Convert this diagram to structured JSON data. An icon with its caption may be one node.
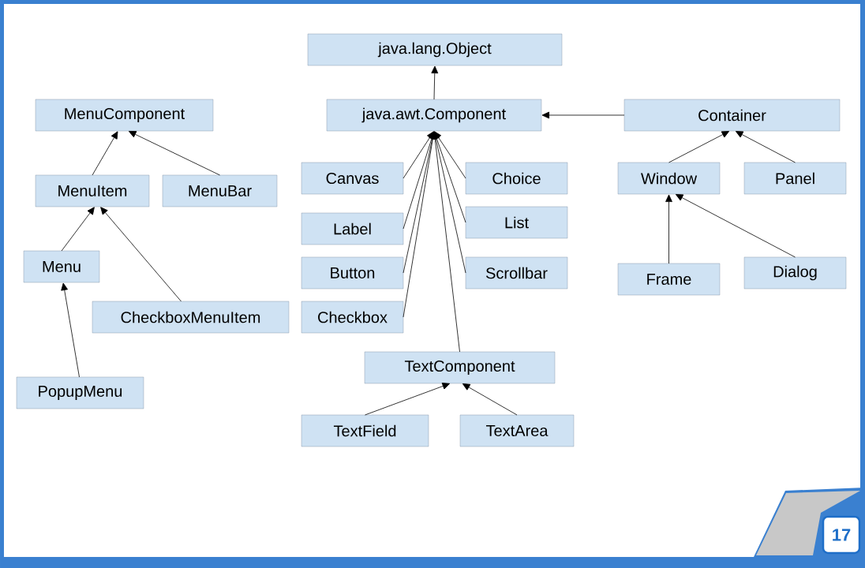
{
  "diagram": {
    "nodes": [
      {
        "text": [
          "java.lang.Object"
        ]
      },
      {
        "text": [
          "MenuComponent"
        ]
      },
      {
        "text": [
          "java.awt.Component"
        ]
      },
      {
        "text": [
          "Container"
        ]
      },
      {
        "text": [
          "MenuItem"
        ]
      },
      {
        "text": [
          "MenuBar"
        ]
      },
      {
        "text": [
          "Canvas"
        ]
      },
      {
        "text": [
          "Choice"
        ]
      },
      {
        "text": [
          "Window"
        ]
      },
      {
        "text": [
          "Panel"
        ]
      },
      {
        "text": [
          "Label"
        ]
      },
      {
        "text": [
          "List"
        ]
      },
      {
        "text": [
          "Menu"
        ]
      },
      {
        "text": [
          "Button"
        ]
      },
      {
        "text": [
          "Scrollbar"
        ]
      },
      {
        "text": [
          "Frame"
        ]
      },
      {
        "text": [
          "Dialog"
        ]
      },
      {
        "text": [
          "CheckboxMenuItem"
        ]
      },
      {
        "text": [
          "Checkbox"
        ]
      },
      {
        "text": [
          "TextComponent"
        ]
      },
      {
        "text": [
          "PopupMenu"
        ]
      },
      {
        "text": [
          "TextField"
        ]
      },
      {
        "text": [
          "TextArea"
        ]
      }
    ],
    "edges": [
      {
        "from": 2,
        "to": 0,
        "arrow": "to"
      },
      {
        "from": 3,
        "to": 2,
        "arrow": "to"
      },
      {
        "from": 4,
        "to": 1,
        "arrow": "to"
      },
      {
        "from": 5,
        "to": 1,
        "arrow": "to"
      },
      {
        "from": 12,
        "to": 4,
        "arrow": "to"
      },
      {
        "from": 17,
        "to": 4,
        "arrow": "to"
      },
      {
        "from": 20,
        "to": 12,
        "arrow": "to"
      },
      {
        "from": 6,
        "to": 2,
        "arrow": "to"
      },
      {
        "from": 10,
        "to": 2,
        "arrow": "to"
      },
      {
        "from": 13,
        "to": 2,
        "arrow": "to"
      },
      {
        "from": 18,
        "to": 2,
        "arrow": "to"
      },
      {
        "from": 7,
        "to": 2,
        "arrow": "to"
      },
      {
        "from": 11,
        "to": 2,
        "arrow": "to"
      },
      {
        "from": 14,
        "to": 2,
        "arrow": "to"
      },
      {
        "from": 19,
        "to": 2,
        "arrow": "to"
      },
      {
        "from": 8,
        "to": 3,
        "arrow": "to"
      },
      {
        "from": 9,
        "to": 3,
        "arrow": "to"
      },
      {
        "from": 15,
        "to": 8,
        "arrow": "to"
      },
      {
        "from": 16,
        "to": 8,
        "arrow": "to"
      },
      {
        "from": 21,
        "to": 19,
        "arrow": "to"
      },
      {
        "from": 22,
        "to": 19,
        "arrow": "to"
      }
    ],
    "labels": [
      "17"
    ]
  }
}
